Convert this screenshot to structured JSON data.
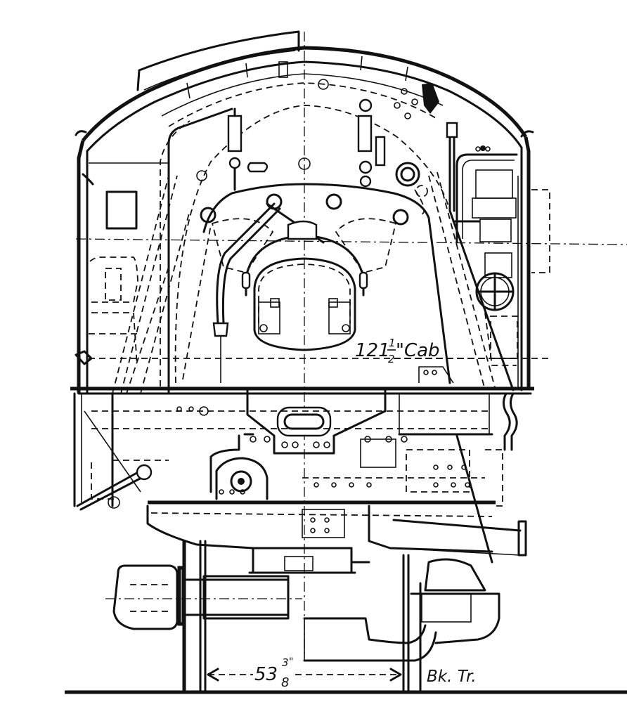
{
  "drawing": {
    "subject": "Locomotive cab rear elevation / cross-section",
    "line_color": "#111111",
    "background_color": "#ffffff"
  },
  "labels": {
    "cab_width": {
      "whole": "121",
      "frac_num": "1",
      "frac_den": "2",
      "unit_suffix": "\"Cab"
    },
    "gauge": {
      "whole": "53",
      "frac_num": "3",
      "frac_den": "8",
      "unit": "\""
    },
    "truck": "Bk. Tr."
  }
}
